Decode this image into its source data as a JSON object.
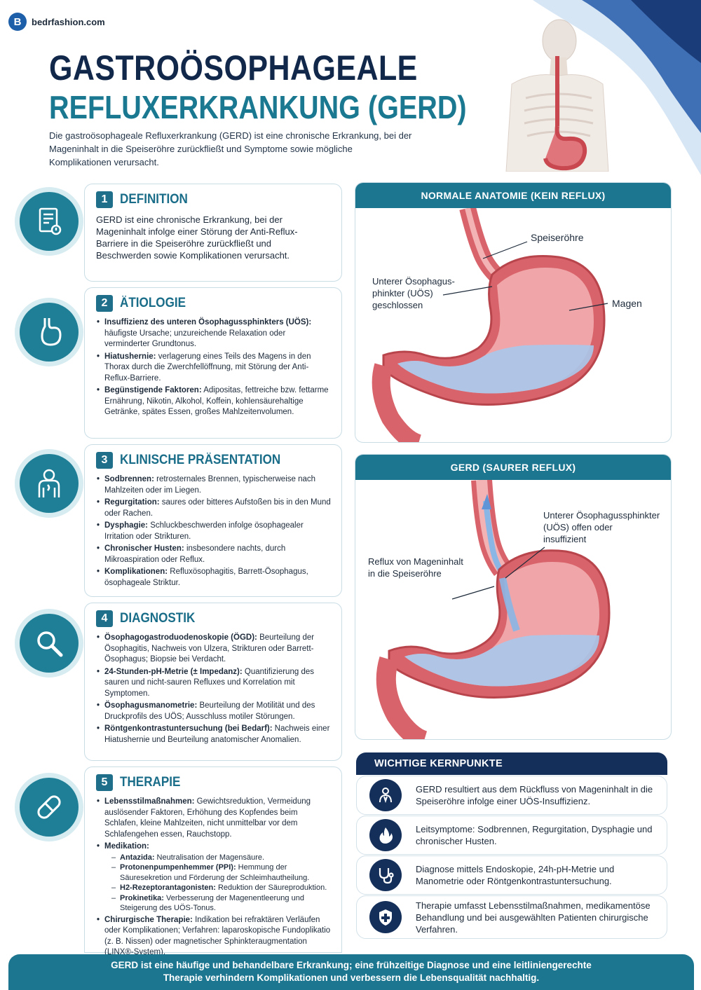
{
  "brand": {
    "logo_letter": "B",
    "name": "bedrfashion.com"
  },
  "header": {
    "title_line1": "GASTROÖSOPHAGEALE",
    "title_line2": "REFLUXERKRANKUNG (GERD)",
    "intro": "Die gastroösophageale Refluxerkrankung (GERD) ist eine chronische Erkrankung, bei der Mageninhalt in die Speiseröhre zurückfließt und Symptome sowie mögliche Komplikationen verursacht."
  },
  "sections": {
    "definition": {
      "num": "1",
      "title": "DEFINITION",
      "icon": "document-icon",
      "text": "GERD ist eine chronische Erkrankung, bei der Mageninhalt infolge einer Störung der Anti-Reflux-Barriere in die Speiseröhre zurückfließt und Beschwerden sowie Komplikationen verursacht."
    },
    "aetiologie": {
      "num": "2",
      "title": "ÄTIOLOGIE",
      "icon": "stomach-icon",
      "items": [
        {
          "term": "Insuffizienz des unteren Ösophagussphinkters (UÖS):",
          "text": " häufigste Ursache; unzureichende Relaxation oder verminderter Grundtonus."
        },
        {
          "term": "Hiatushernie:",
          "text": " verlagerung eines Teils des Magens in den Thorax durch die Zwerchfellöffnung, mit Störung der Anti-Reflux-Barriere."
        },
        {
          "term": "Begünstigende Faktoren:",
          "text": " Adipositas, fettreiche bzw. fettarme Ernährung, Nikotin, Alkohol, Koffein, kohlensäurehaltige Getränke, spätes Essen, großes Mahlzeitenvolumen."
        }
      ]
    },
    "klinik": {
      "num": "3",
      "title": "KLINISCHE PRÄSENTATION",
      "icon": "person-icon",
      "items": [
        {
          "term": "Sodbrennen:",
          "text": " retrosternales Brennen, typischerweise nach Mahlzeiten oder im Liegen."
        },
        {
          "term": "Regurgitation:",
          "text": " saures oder bitteres Aufstoßen bis in den Mund oder Rachen."
        },
        {
          "term": "Dysphagie:",
          "text": " Schluckbeschwerden infolge ösophagealer Irritation oder Strikturen."
        },
        {
          "term": "Chronischer Husten:",
          "text": " insbesondere nachts, durch Mikroaspiration oder Reflux."
        },
        {
          "term": "Komplikationen:",
          "text": " Refluxösophagitis, Barrett-Ösophagus, ösophageale Striktur."
        }
      ]
    },
    "diagnostik": {
      "num": "4",
      "title": "DIAGNOSTIK",
      "icon": "magnifier-icon",
      "items": [
        {
          "term": "Ösophagogastroduodenoskopie (ÖGD):",
          "text": " Beurteilung der Ösophagitis, Nachweis von Ulzera, Strikturen oder Barrett-Ösophagus; Biopsie bei Verdacht."
        },
        {
          "term": "24-Stunden-pH-Metrie (± Impedanz):",
          "text": " Quantifizierung des sauren und nicht-sauren Refluxes und Korrelation mit Symptomen."
        },
        {
          "term": "Ösophagusmanometrie:",
          "text": " Beurteilung der Motilität und des Druckprofils des UÖS; Ausschluss motiler Störungen."
        },
        {
          "term": "Röntgenkontrastuntersuchung (bei Bedarf):",
          "text": " Nachweis einer Hiatushernie und Beurteilung anatomischer Anomalien."
        }
      ]
    },
    "therapie": {
      "num": "5",
      "title": "THERAPIE",
      "icon": "pill-icon",
      "lifestyle": {
        "term": "Lebensstilmaßnahmen:",
        "text": " Gewichtsreduktion, Vermeidung auslösender Faktoren, Erhöhung des Kopfendes beim Schlafen, kleine Mahlzeiten, nicht unmittelbar vor dem Schlafengehen essen, Rauchstopp."
      },
      "medikation_term": "Medikation:",
      "medikation": [
        {
          "term": "Antazida:",
          "text": " Neutralisation der Magensäure."
        },
        {
          "term": "Protonenpumpenhemmer (PPI):",
          "text": " Hemmung der Säuresekretion und Förderung der Schleimhautheilung."
        },
        {
          "term": "H2-Rezeptorantagonisten:",
          "text": " Reduktion der Säureproduktion."
        },
        {
          "term": "Prokinetika:",
          "text": " Verbesserung der Magenentleerung und Steigerung des UÖS-Tonus."
        }
      ],
      "chirurgie": {
        "term": "Chirurgische Therapie:",
        "text": " Indikation bei refraktären Verläufen oder Komplikationen; Verfahren: laparoskopische Fundoplikatio (z. B. Nissen) oder magnetischer Sphinkteraugmentation (LINX®-System)."
      }
    }
  },
  "anatomy": {
    "normal": {
      "header": "NORMALE ANATOMIE (KEIN REFLUX)",
      "label_esophagus": "Speiseröhre",
      "label_sphincter": "Unterer Ösophagus-\nphinkter (UÖS)\ngeschlossen",
      "label_stomach": "Magen"
    },
    "gerd": {
      "header": "GERD (SAURER REFLUX)",
      "label_sphincter": "Unterer Ösophagussphinkter\n(UÖS) offen oder\ninsuffizient",
      "label_reflux": "Reflux von Mageninhalt\nin die Speiseröhre"
    }
  },
  "keypoints": {
    "header": "WICHTIGE KERNPUNKTE",
    "items": [
      {
        "icon": "patient-icon",
        "text": "GERD resultiert aus dem Rückfluss von Mageninhalt in die Speiseröhre infolge einer UÖS-Insuffizienz."
      },
      {
        "icon": "flame-icon",
        "text": "Leitsymptome: Sodbrennen, Regurgitation, Dysphagie und chronischer Husten."
      },
      {
        "icon": "stethoscope-icon",
        "text": "Diagnose mittels Endoskopie, 24h-pH-Metrie und Manometrie oder Röntgenkontrastuntersuchung."
      },
      {
        "icon": "shield-cross-icon",
        "text": "Therapie umfasst Lebensstilmaßnahmen, medikamentöse Behandlung und bei ausgewählten Patienten chirurgische Verfahren."
      }
    ]
  },
  "footer": {
    "text": "GERD ist eine häufige und behandelbare Erkrankung; eine frühzeitige Diagnose und eine leitliniengerechte Therapie verhindern Komplikationen und verbessern die Lebensqualität nachhaltig."
  },
  "colors": {
    "navy": "#142f5a",
    "teal": "#1d7690",
    "stomach": "#d9636a",
    "acid": "#9fc4ea"
  }
}
